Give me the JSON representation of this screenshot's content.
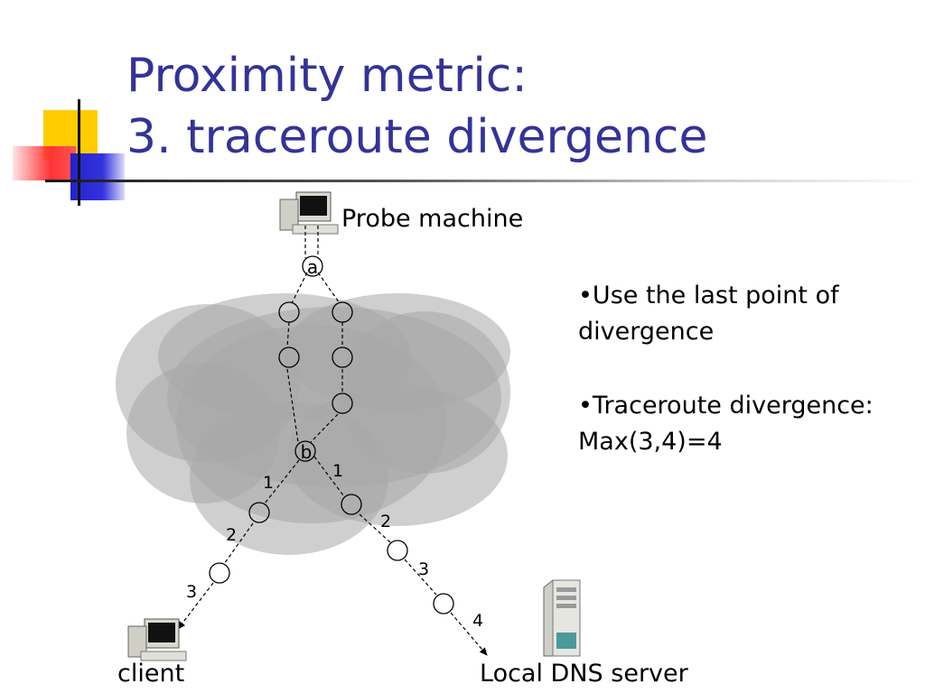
{
  "title": {
    "line1": "Proximity metric:",
    "line2": "3. traceroute divergence"
  },
  "diagram": {
    "probe_label": "Probe machine",
    "client_label": "client",
    "dns_label": "Local DNS server",
    "node_a_label": "a",
    "node_b_label": "b",
    "client_path_hops": [
      "1",
      "2",
      "3"
    ],
    "dns_path_hops": [
      "1",
      "2",
      "3",
      "4"
    ],
    "icons": [
      "probe-computer-icon",
      "client-computer-icon",
      "dns-server-icon"
    ],
    "colors": {
      "cloud": "#9a9a9a",
      "stroke": "#000000",
      "title": "#333399"
    }
  },
  "bullets": [
    {
      "line1": "•Use the last point of",
      "line2": "divergence"
    },
    {
      "line1": "•Traceroute divergence:",
      "line2": "Max(3,4)=4"
    }
  ]
}
